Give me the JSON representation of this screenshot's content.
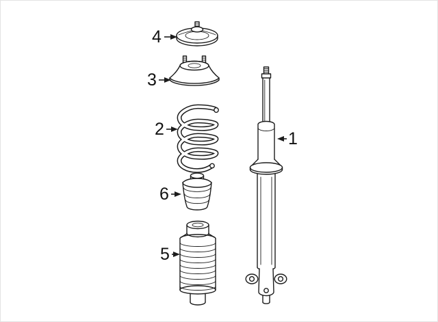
{
  "figure": {
    "background_color": "#ffffff",
    "line_color": "#1c1c1c",
    "callouts": [
      {
        "number": "1",
        "part": "shock-absorber"
      },
      {
        "number": "2",
        "part": "coil-spring"
      },
      {
        "number": "3",
        "part": "strut-mount"
      },
      {
        "number": "4",
        "part": "spring-seat-cap"
      },
      {
        "number": "5",
        "part": "dust-boot"
      },
      {
        "number": "6",
        "part": "bump-stop"
      }
    ]
  }
}
